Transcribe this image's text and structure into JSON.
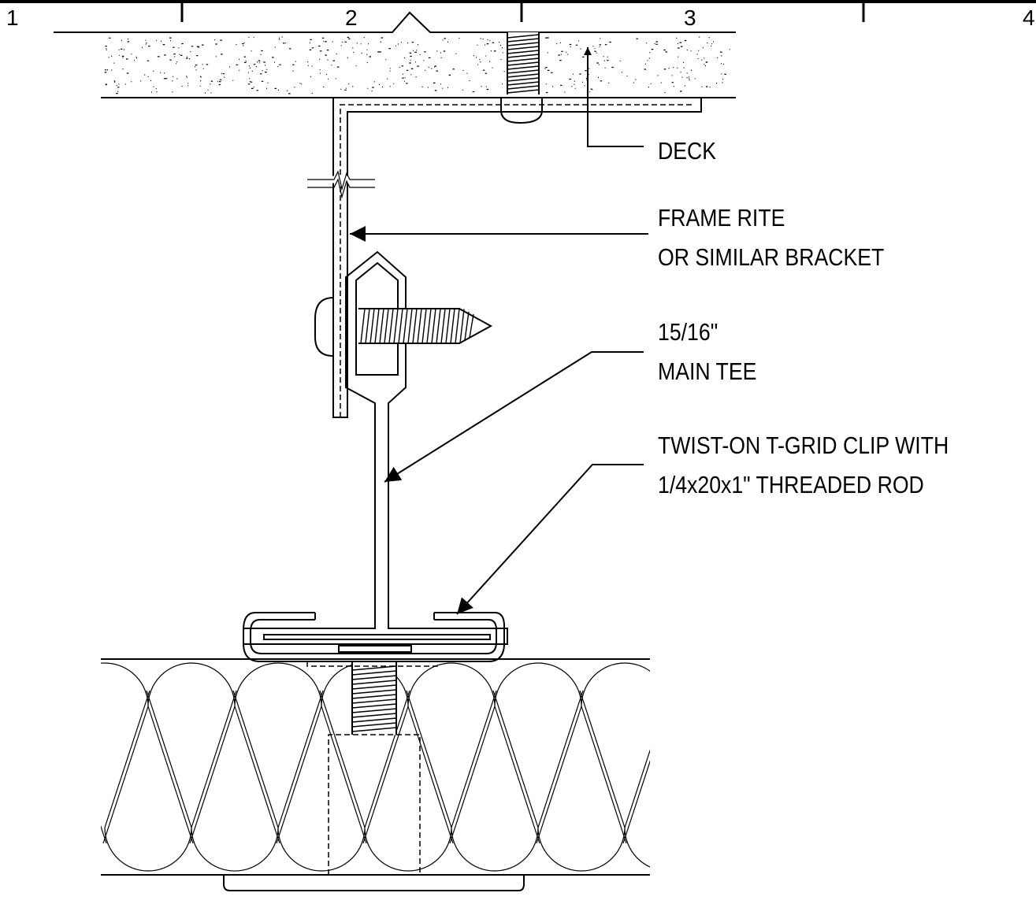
{
  "border": {
    "zones": [
      "1",
      "2",
      "3",
      "4"
    ]
  },
  "labels": {
    "deck": "DECK",
    "bracket_line1": "FRAME RITE",
    "bracket_line2": "OR SIMILAR BRACKET",
    "tee_line1": "15/16\"",
    "tee_line2": "MAIN TEE",
    "clip_line1": "TWIST-ON T-GRID CLIP WITH",
    "clip_line2": "1/4x20x1\" THREADED ROD"
  },
  "colors": {
    "line": "#000000",
    "background": "#ffffff"
  }
}
